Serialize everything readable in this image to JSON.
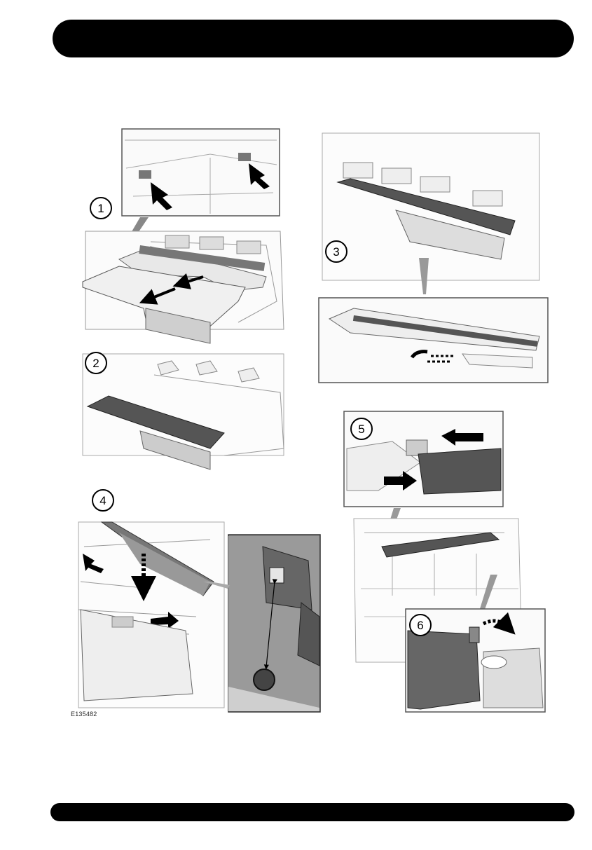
{
  "figure": {
    "code": "E135482",
    "steps": [
      "1",
      "2",
      "3",
      "4",
      "5",
      "6"
    ]
  },
  "colors": {
    "header_bar": "#000000",
    "footer_bar": "#000000",
    "panel_gray": "#7a7a7a",
    "line_gray": "#555555"
  }
}
